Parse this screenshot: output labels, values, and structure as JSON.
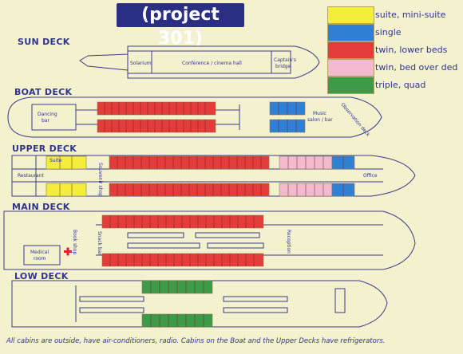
{
  "title": "(project 301)",
  "decks": {
    "sun": "SUN DECK",
    "boat": "BOAT DECK",
    "upper": "UPPER DECK",
    "main": "MAIN DECK",
    "low": "LOW DECK"
  },
  "legend": [
    {
      "label": "suite, mini-suite",
      "color": "#f2ee3a"
    },
    {
      "label": "single",
      "color": "#2f7fd6"
    },
    {
      "label": "twin, lower beds",
      "color": "#e43b3b"
    },
    {
      "label": "twin, bed over ded",
      "color": "#f2b9cf"
    },
    {
      "label": "triple, quad",
      "color": "#3d9a48"
    }
  ],
  "rooms": {
    "solarium": "Solarium",
    "conference": "Conference / cinema hall",
    "bridge_1": "Captain's",
    "bridge_2": "bridge",
    "dancing_1": "Dancing",
    "dancing_2": "bar",
    "music_1": "Music",
    "music_2": "salon / bar",
    "observation": "Observation deck",
    "restaurant": "Restaurant",
    "suite": "Suite",
    "souvenir": "Souvenir shop",
    "office": "Office",
    "book_shop": "Book shop",
    "snack_bar": "Snack bar",
    "reception": "Reception",
    "medical_1": "Medical",
    "medical_2": "room"
  },
  "footer": "All cabins are outside, have air-conditioners, radio. Cabins on the Boat and the Upper Decks have refrigerators."
}
